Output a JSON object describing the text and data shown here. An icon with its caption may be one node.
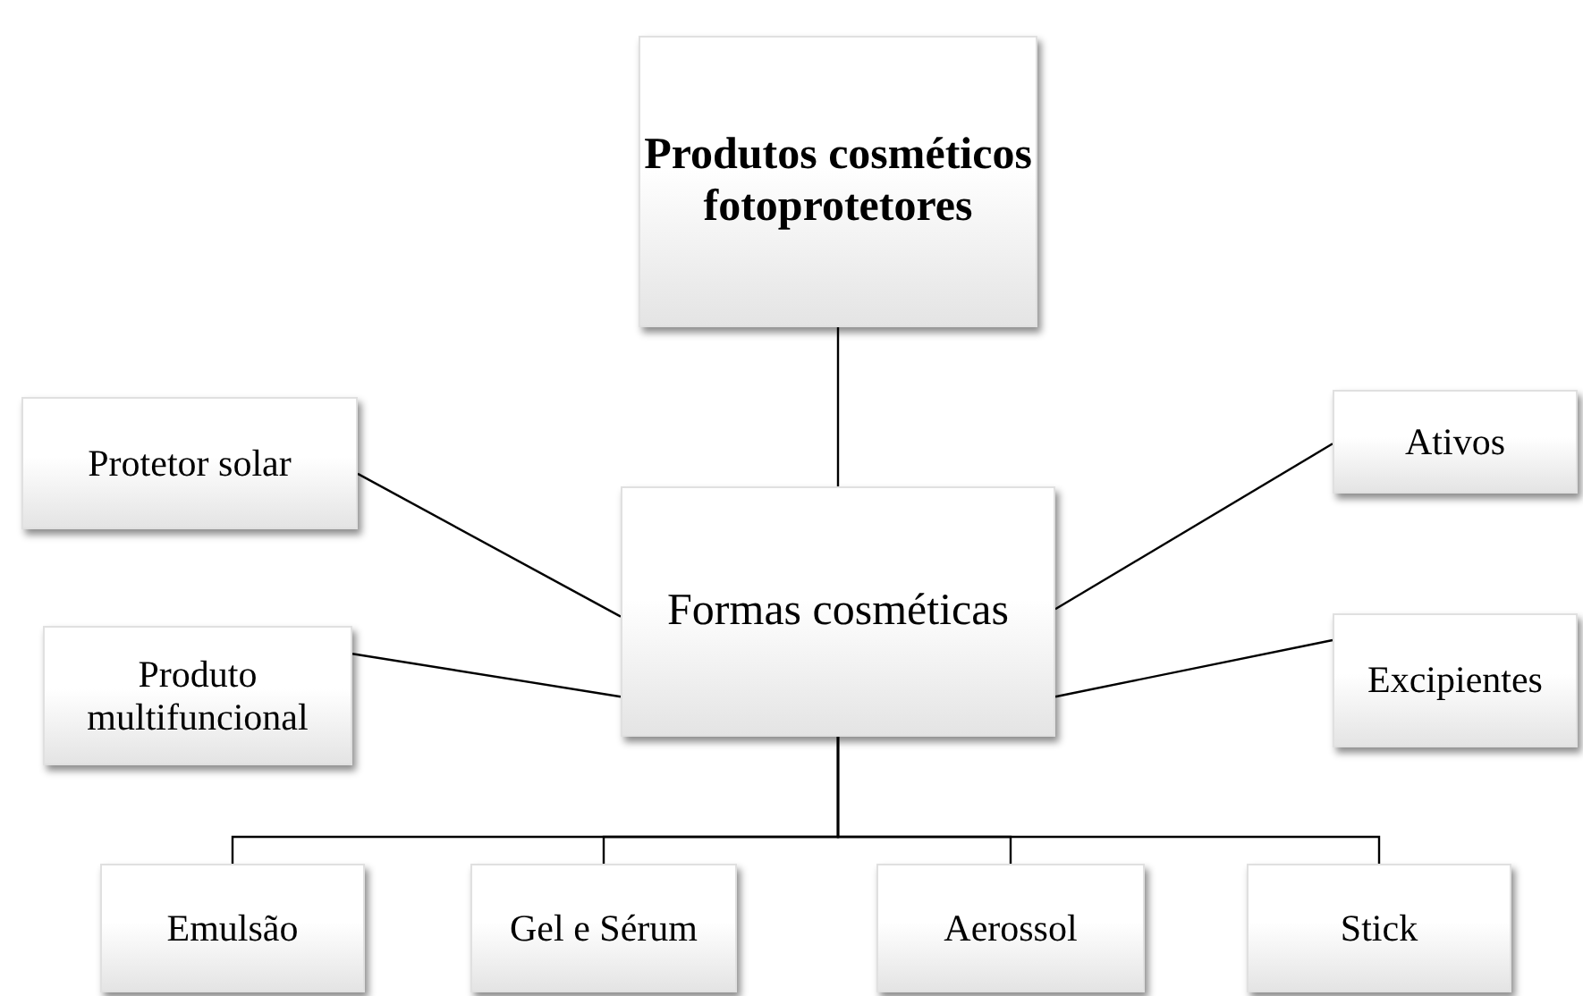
{
  "diagram": {
    "nodes": [
      {
        "text": [
          "Produtos cosméticos fotoprotetores"
        ]
      },
      {
        "text": [
          "Protetor solar"
        ]
      },
      {
        "text": [
          "Formas cosméticas"
        ]
      },
      {
        "text": [
          "Ativos"
        ]
      },
      {
        "text": [
          "Produto multifuncional"
        ]
      },
      {
        "text": [
          "Excipientes"
        ]
      },
      {
        "text": [
          "Emulsão"
        ]
      },
      {
        "text": [
          "Gel e Sérum"
        ]
      },
      {
        "text": [
          "Aerossol"
        ]
      },
      {
        "text": [
          "Stick"
        ]
      }
    ],
    "edges": [
      {
        "from": 0,
        "to": 2,
        "arrow": "none"
      },
      {
        "from": 1,
        "to": 2,
        "arrow": "none"
      },
      {
        "from": 3,
        "to": 2,
        "arrow": "none"
      },
      {
        "from": 4,
        "to": 2,
        "arrow": "none"
      },
      {
        "from": 5,
        "to": 2,
        "arrow": "none"
      },
      {
        "from": 2,
        "to": 6,
        "arrow": "none"
      },
      {
        "from": 2,
        "to": 7,
        "arrow": "none"
      },
      {
        "from": 2,
        "to": 8,
        "arrow": "none"
      },
      {
        "from": 2,
        "to": 9,
        "arrow": "none"
      }
    ]
  }
}
